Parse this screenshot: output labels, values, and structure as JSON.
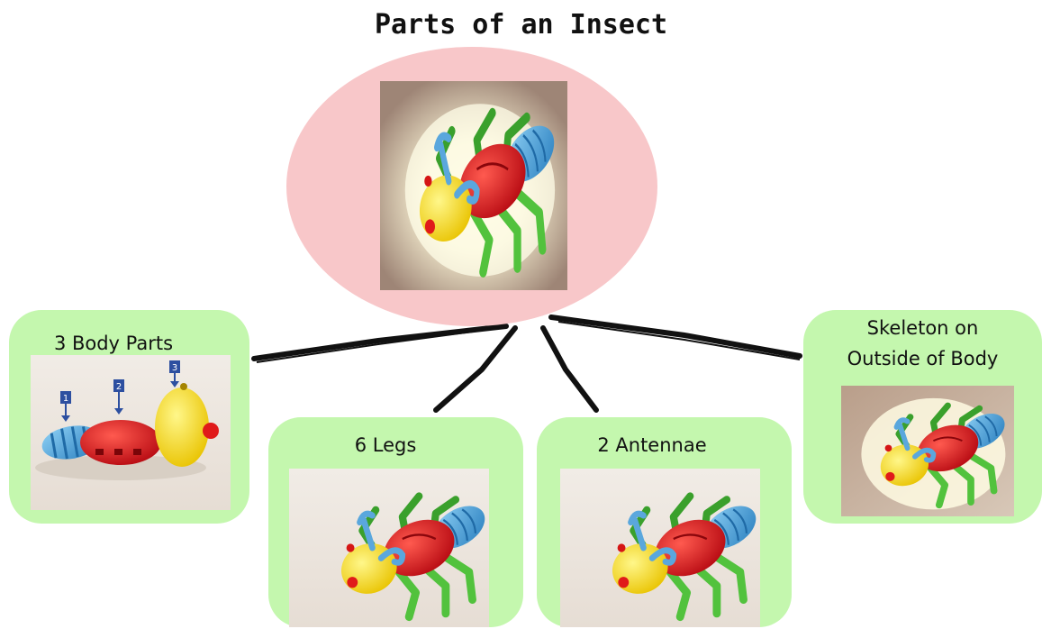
{
  "title": "Parts of an Insect",
  "cards": {
    "body_parts": {
      "label": "3 Body Parts"
    },
    "legs": {
      "label": "6 Legs"
    },
    "antennae": {
      "label": "2 Antennae"
    },
    "skeleton": {
      "label_line1": "Skeleton on",
      "label_line2": "Outside of Body"
    }
  },
  "body_part_markers": [
    "1",
    "2",
    "3"
  ],
  "colors": {
    "oval": "#f8c7c9",
    "card": "#c4f7ae",
    "insect_head": "#f6e41a",
    "insect_thorax": "#d7141e",
    "insect_abdomen": "#4fa3d6",
    "insect_legs": "#4dbb3a",
    "marker": "#2d4fa0"
  }
}
